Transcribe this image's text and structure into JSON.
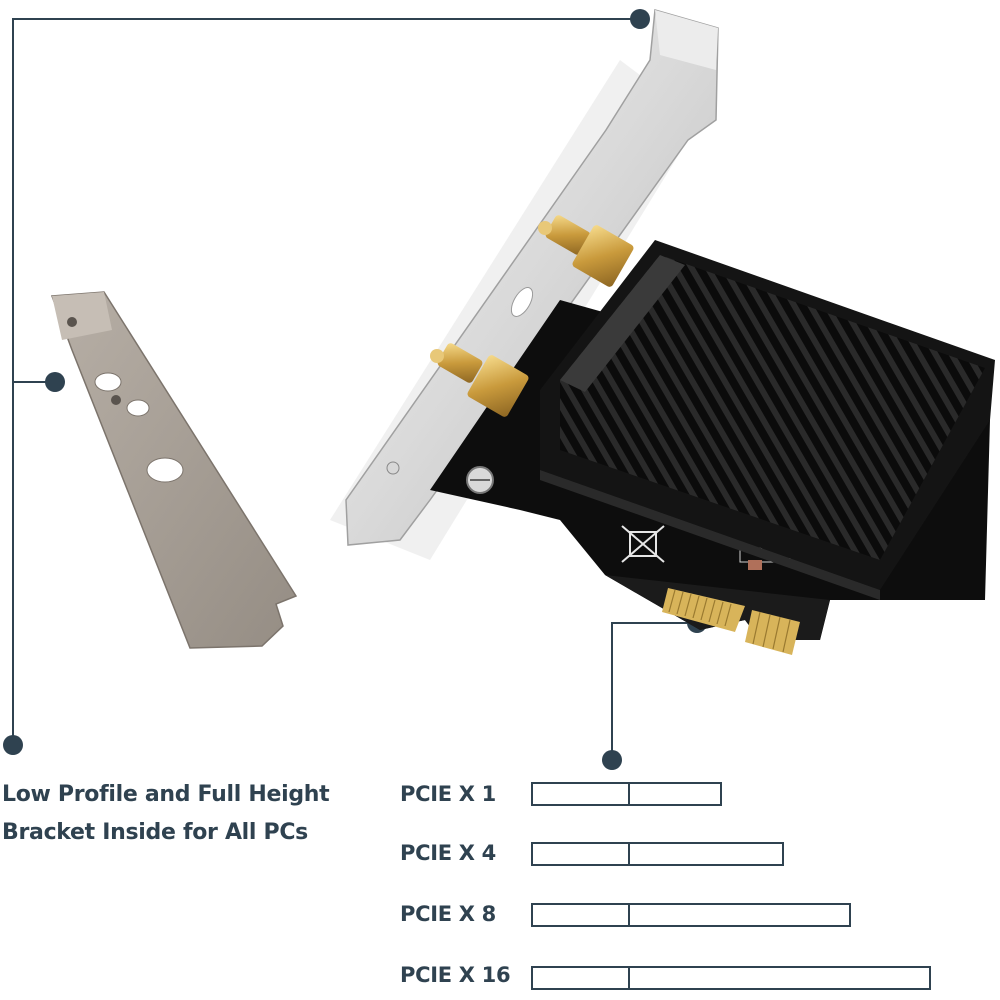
{
  "callouts": {
    "bracket_caption_line1": "Low Profile and Full Height",
    "bracket_caption_line2": "Bracket Inside for All PCs"
  },
  "pcie_slots": [
    {
      "label": "PCIE X 1"
    },
    {
      "label": "PCIE X 4"
    },
    {
      "label": "PCIE X 8"
    },
    {
      "label": "PCIE X 16"
    }
  ],
  "colors": {
    "callout_line": "#2f4250",
    "pcb": "#0d0d0d",
    "heatsink": "#111111",
    "gold_contacts": "#d8b45a",
    "bracket_metal": "#a49c93"
  }
}
